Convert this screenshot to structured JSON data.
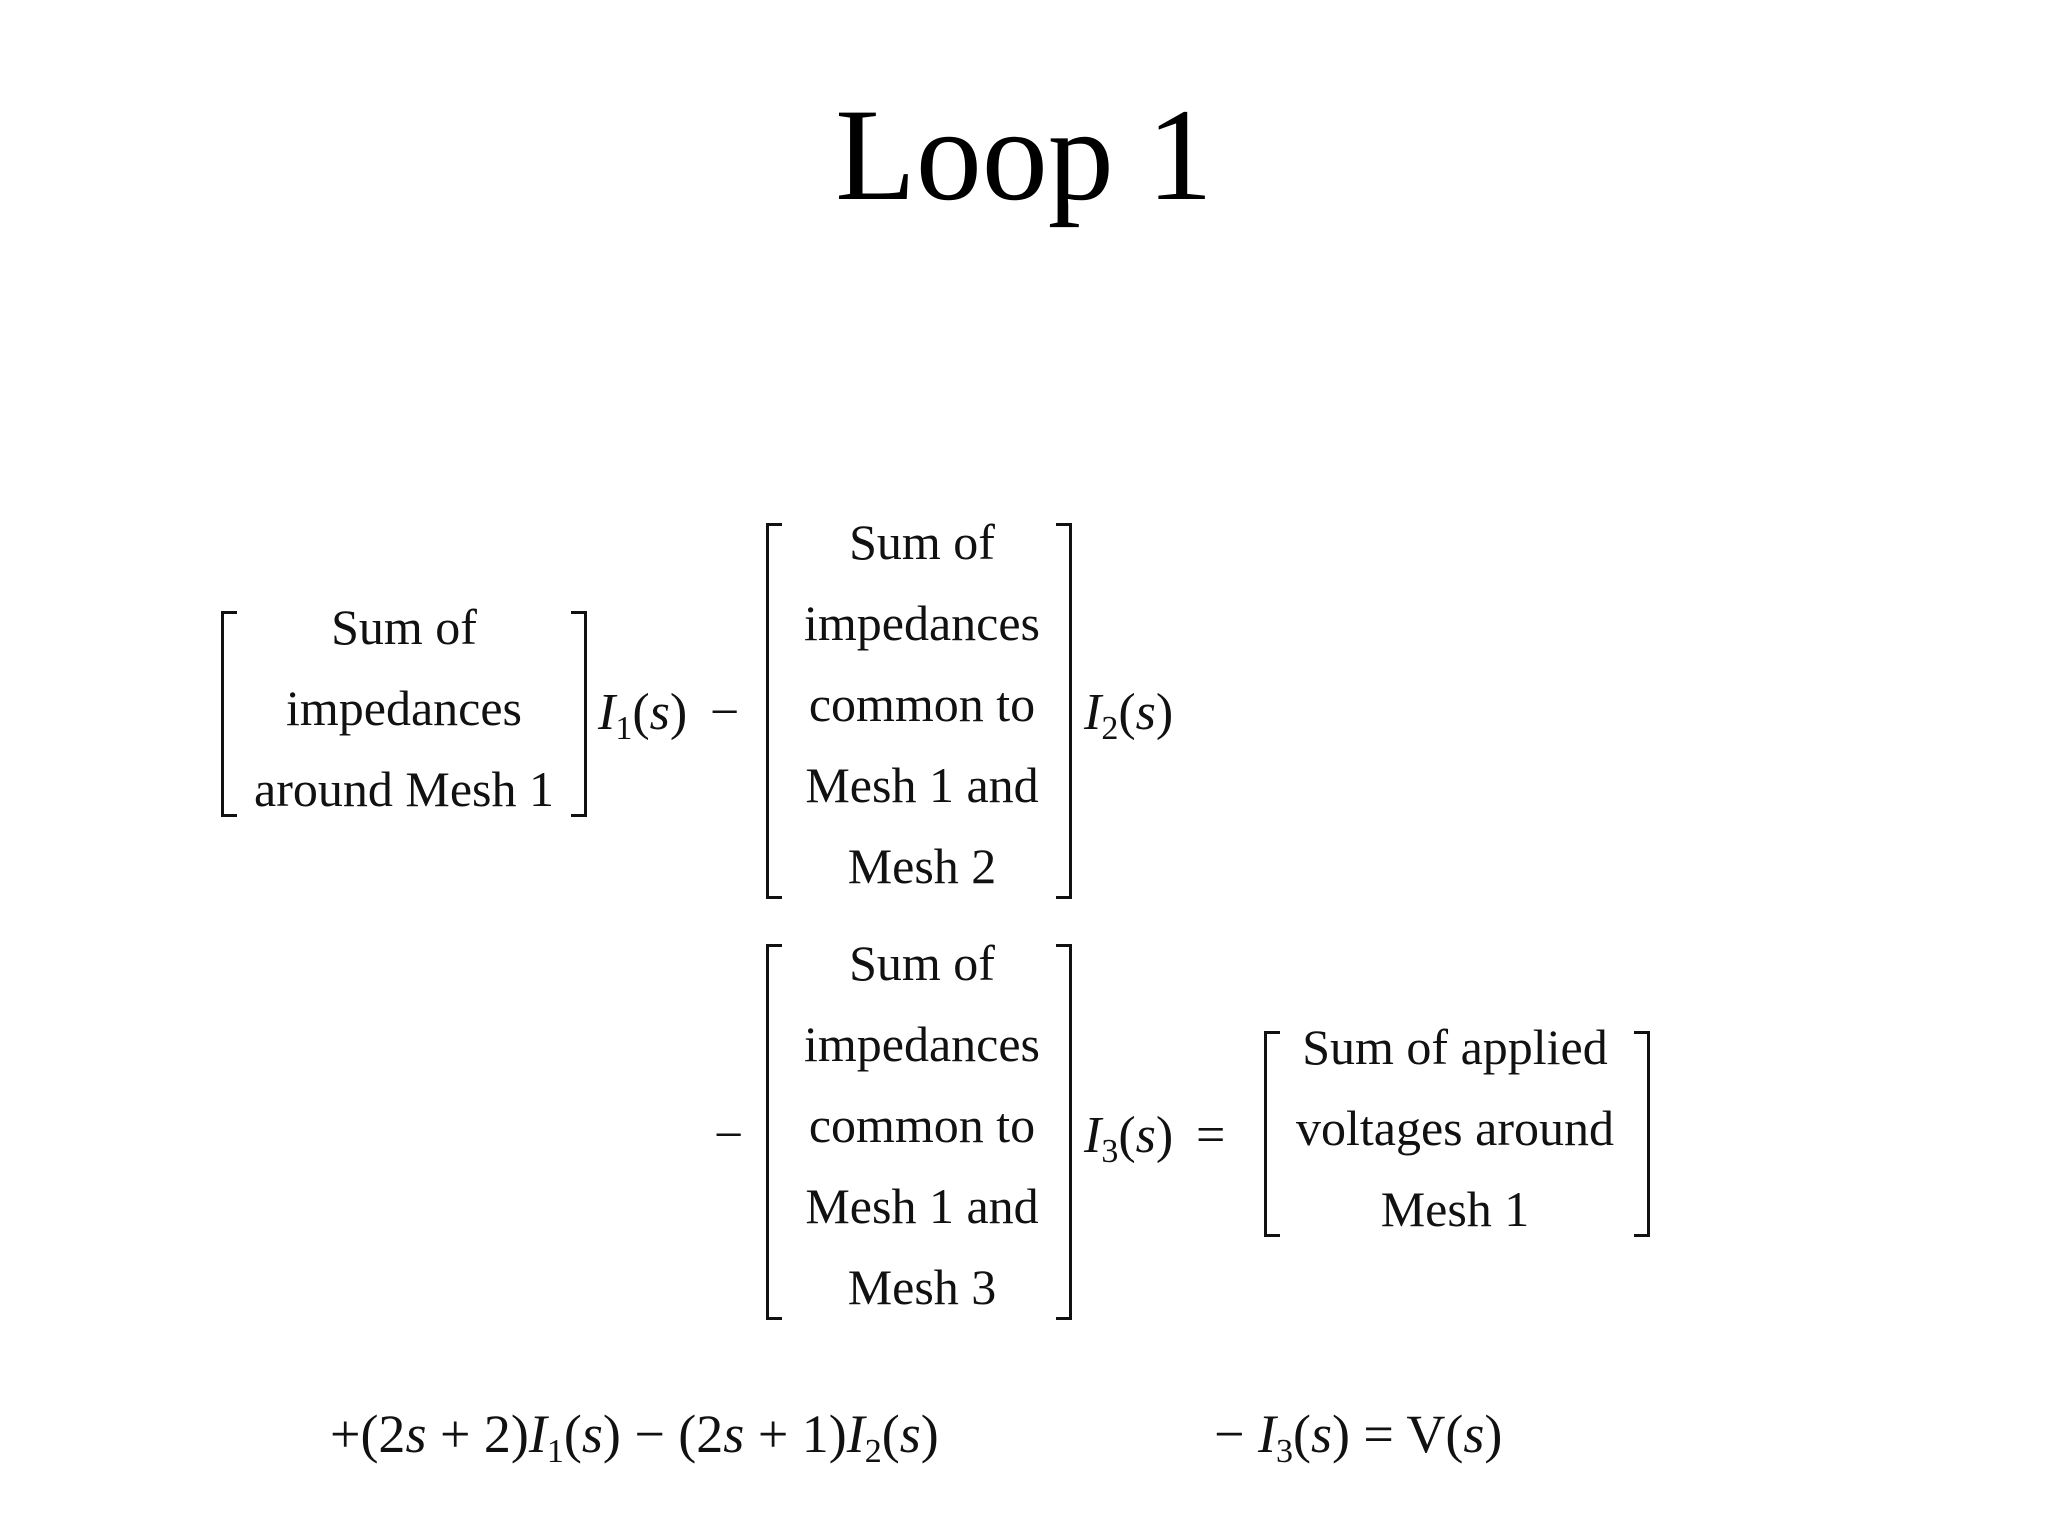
{
  "slide": {
    "title": "Loop 1"
  },
  "equation": {
    "term1_block": [
      "Sum of",
      "impedances",
      "around Mesh 1"
    ],
    "term1_current": "I1(s)",
    "minus1": "−",
    "term2_block": [
      "Sum of",
      "impedances",
      "common to",
      "Mesh 1 and",
      "Mesh 2"
    ],
    "term2_current": "I2(s)",
    "minus2": "−",
    "term3_block": [
      "Sum of",
      "impedances",
      "common to",
      "Mesh 1 and",
      "Mesh 3"
    ],
    "term3_current": "I3(s)",
    "equals": "=",
    "rhs_block": [
      "Sum of applied",
      "voltages around",
      "Mesh 1"
    ]
  },
  "bottom_equation": {
    "left": "+(2s + 2)I1(s) − (2s + 1)I2(s)",
    "right": "− I3(s) = V(s)"
  }
}
